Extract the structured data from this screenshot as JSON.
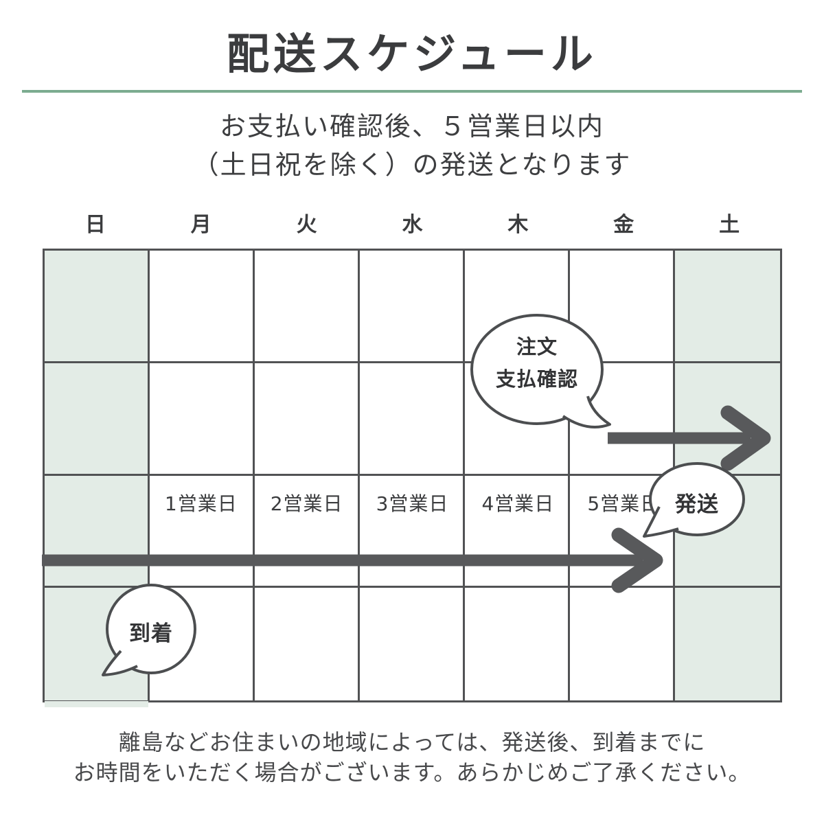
{
  "title": "配送スケジュール",
  "subtitle": {
    "line1": "お支払い確認後、５営業日以内",
    "line2": "（土日祝を除く）の発送となります"
  },
  "calendar": {
    "day_headers": [
      "日",
      "月",
      "火",
      "水",
      "木",
      "金",
      "土"
    ],
    "weekend_columns": [
      0,
      6
    ],
    "row_count": 4,
    "business_day_labels": [
      "1営業日",
      "2営業日",
      "3営業日",
      "4営業日",
      "5営業日"
    ],
    "business_day_row_index": 2
  },
  "bubbles": {
    "order_payment": {
      "line1": "注文",
      "line2": "支払確認"
    },
    "shipping": {
      "label": "発送"
    },
    "arrival": {
      "label": "到着"
    }
  },
  "note": {
    "line1": "離島などお住まいの地域によっては、発送後、到着までに",
    "line2": "お時間をいただく場合がございます。あらかじめご了承ください。"
  },
  "colors": {
    "accent_green": "#7cac90",
    "weekend_cell_bg": "#e3ece6",
    "grid_border": "#515254",
    "arrow": "#58595b",
    "bubble_stroke": "#4c4e50",
    "text_dark": "#3b3c3e"
  }
}
